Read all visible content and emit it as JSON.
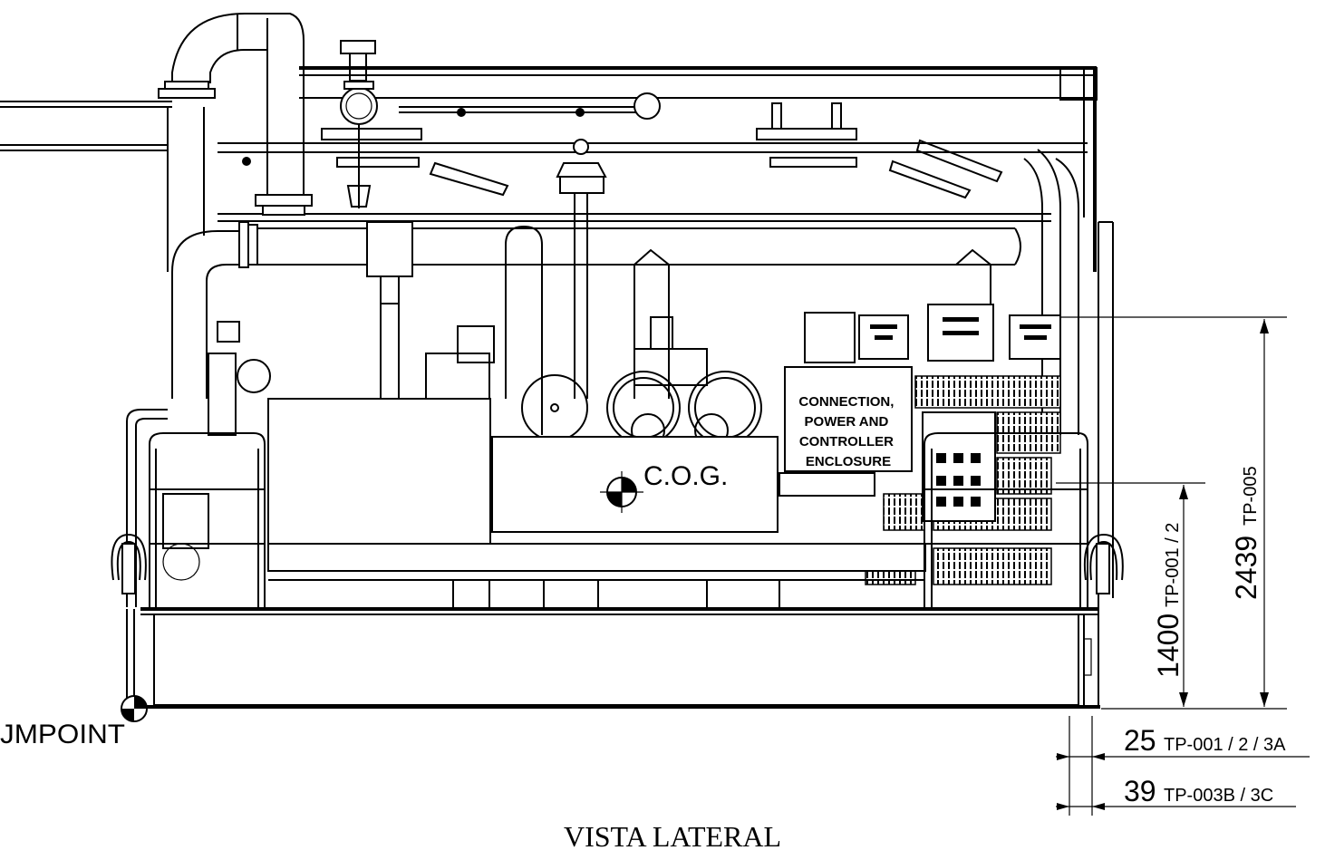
{
  "title": "VISTA LATERAL",
  "datum_label": "JMPOINT",
  "cog_label": "C.O.G.",
  "enclosure_label": [
    "CONNECTION,",
    "POWER AND",
    "CONTROLLER",
    "ENCLOSURE"
  ],
  "dimensions": {
    "overall_height": {
      "value": "2439",
      "ref": "TP-005"
    },
    "mid_height": {
      "value": "1400",
      "ref": "TP-001 / 2"
    },
    "offset_a": {
      "value": "25",
      "ref": "TP-001 / 2 / 3A"
    },
    "offset_b": {
      "value": "39",
      "ref": "TP-003B / 3C"
    }
  }
}
